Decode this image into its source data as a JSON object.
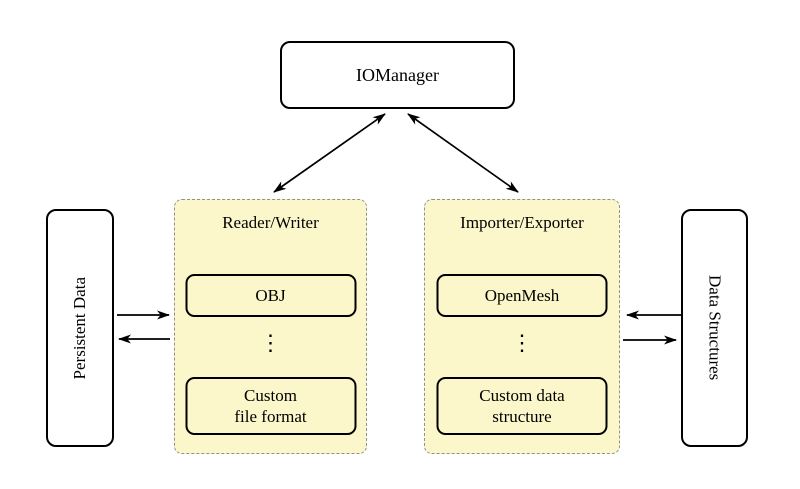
{
  "colors": {
    "background": "#ffffff",
    "group_fill": "#fbf7cb",
    "group_border": "#909090",
    "node_border": "#000000",
    "arrow": "#000000",
    "text": "#000000"
  },
  "nodes": {
    "iomanager": "IOManager",
    "persistent_data": "Persistent Data",
    "data_structures": "Data Structures"
  },
  "groups": {
    "reader_writer": {
      "title": "Reader/Writer",
      "item_top": "OBJ",
      "dots": "⋮",
      "item_bottom_line1": "Custom",
      "item_bottom_line2": "file format"
    },
    "importer_exporter": {
      "title": "Importer/Exporter",
      "item_top": "OpenMesh",
      "dots": "⋮",
      "item_bottom_line1": "Custom data",
      "item_bottom_line2": "structure"
    }
  },
  "connections": [
    {
      "from": "IOManager",
      "to": "Reader/Writer",
      "direction": "bidirectional"
    },
    {
      "from": "IOManager",
      "to": "Importer/Exporter",
      "direction": "bidirectional"
    },
    {
      "from": "Persistent Data",
      "to": "Reader/Writer",
      "direction": "one-way"
    },
    {
      "from": "Reader/Writer",
      "to": "Persistent Data",
      "direction": "one-way"
    },
    {
      "from": "Data Structures",
      "to": "Importer/Exporter",
      "direction": "one-way"
    },
    {
      "from": "Importer/Exporter",
      "to": "Data Structures",
      "direction": "one-way"
    }
  ]
}
